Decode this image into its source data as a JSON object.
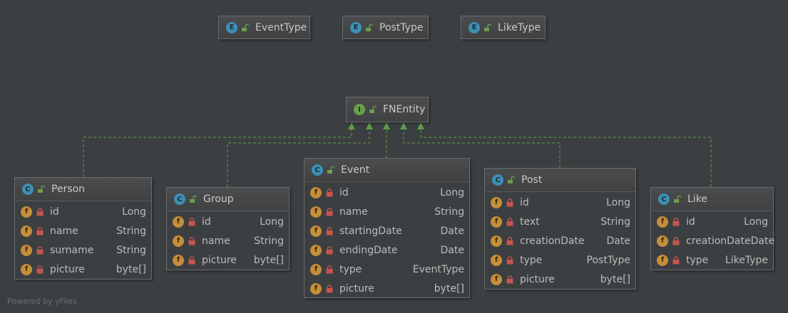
{
  "enums": [
    {
      "name": "EventType",
      "kind": "E"
    },
    {
      "name": "PostType",
      "kind": "E"
    },
    {
      "name": "LikeType",
      "kind": "E"
    }
  ],
  "interface": {
    "name": "FNEntity",
    "kind": "I"
  },
  "classes": {
    "person": {
      "name": "Person",
      "kind": "C",
      "fields": [
        {
          "name": "id",
          "type": "Long"
        },
        {
          "name": "name",
          "type": "String"
        },
        {
          "name": "surname",
          "type": "String"
        },
        {
          "name": "picture",
          "type": "byte[]"
        }
      ]
    },
    "group": {
      "name": "Group",
      "kind": "C",
      "fields": [
        {
          "name": "id",
          "type": "Long"
        },
        {
          "name": "name",
          "type": "String"
        },
        {
          "name": "picture",
          "type": "byte[]"
        }
      ]
    },
    "event": {
      "name": "Event",
      "kind": "C",
      "fields": [
        {
          "name": "id",
          "type": "Long"
        },
        {
          "name": "name",
          "type": "String"
        },
        {
          "name": "startingDate",
          "type": "Date"
        },
        {
          "name": "endingDate",
          "type": "Date"
        },
        {
          "name": "type",
          "type": "EventType"
        },
        {
          "name": "picture",
          "type": "byte[]"
        }
      ]
    },
    "post": {
      "name": "Post",
      "kind": "C",
      "fields": [
        {
          "name": "id",
          "type": "Long"
        },
        {
          "name": "text",
          "type": "String"
        },
        {
          "name": "creationDate",
          "type": "Date"
        },
        {
          "name": "type",
          "type": "PostType"
        },
        {
          "name": "picture",
          "type": "byte[]"
        }
      ]
    },
    "like": {
      "name": "Like",
      "kind": "C",
      "fields": [
        {
          "name": "id",
          "type": "Long"
        },
        {
          "name": "creationDate",
          "type": "Date"
        },
        {
          "name": "type",
          "type": "LikeType"
        }
      ]
    }
  },
  "field_badge": "f",
  "footer": "Powered by yFiles",
  "colors": {
    "background": "#3c3f41",
    "edge": "#5e9c48",
    "class_badge": "#3d8fb5",
    "interface_badge": "#6a9f4a",
    "field_badge": "#c48e3a",
    "private_lock": "#c75450",
    "public_lock": "#6a9f4a"
  }
}
